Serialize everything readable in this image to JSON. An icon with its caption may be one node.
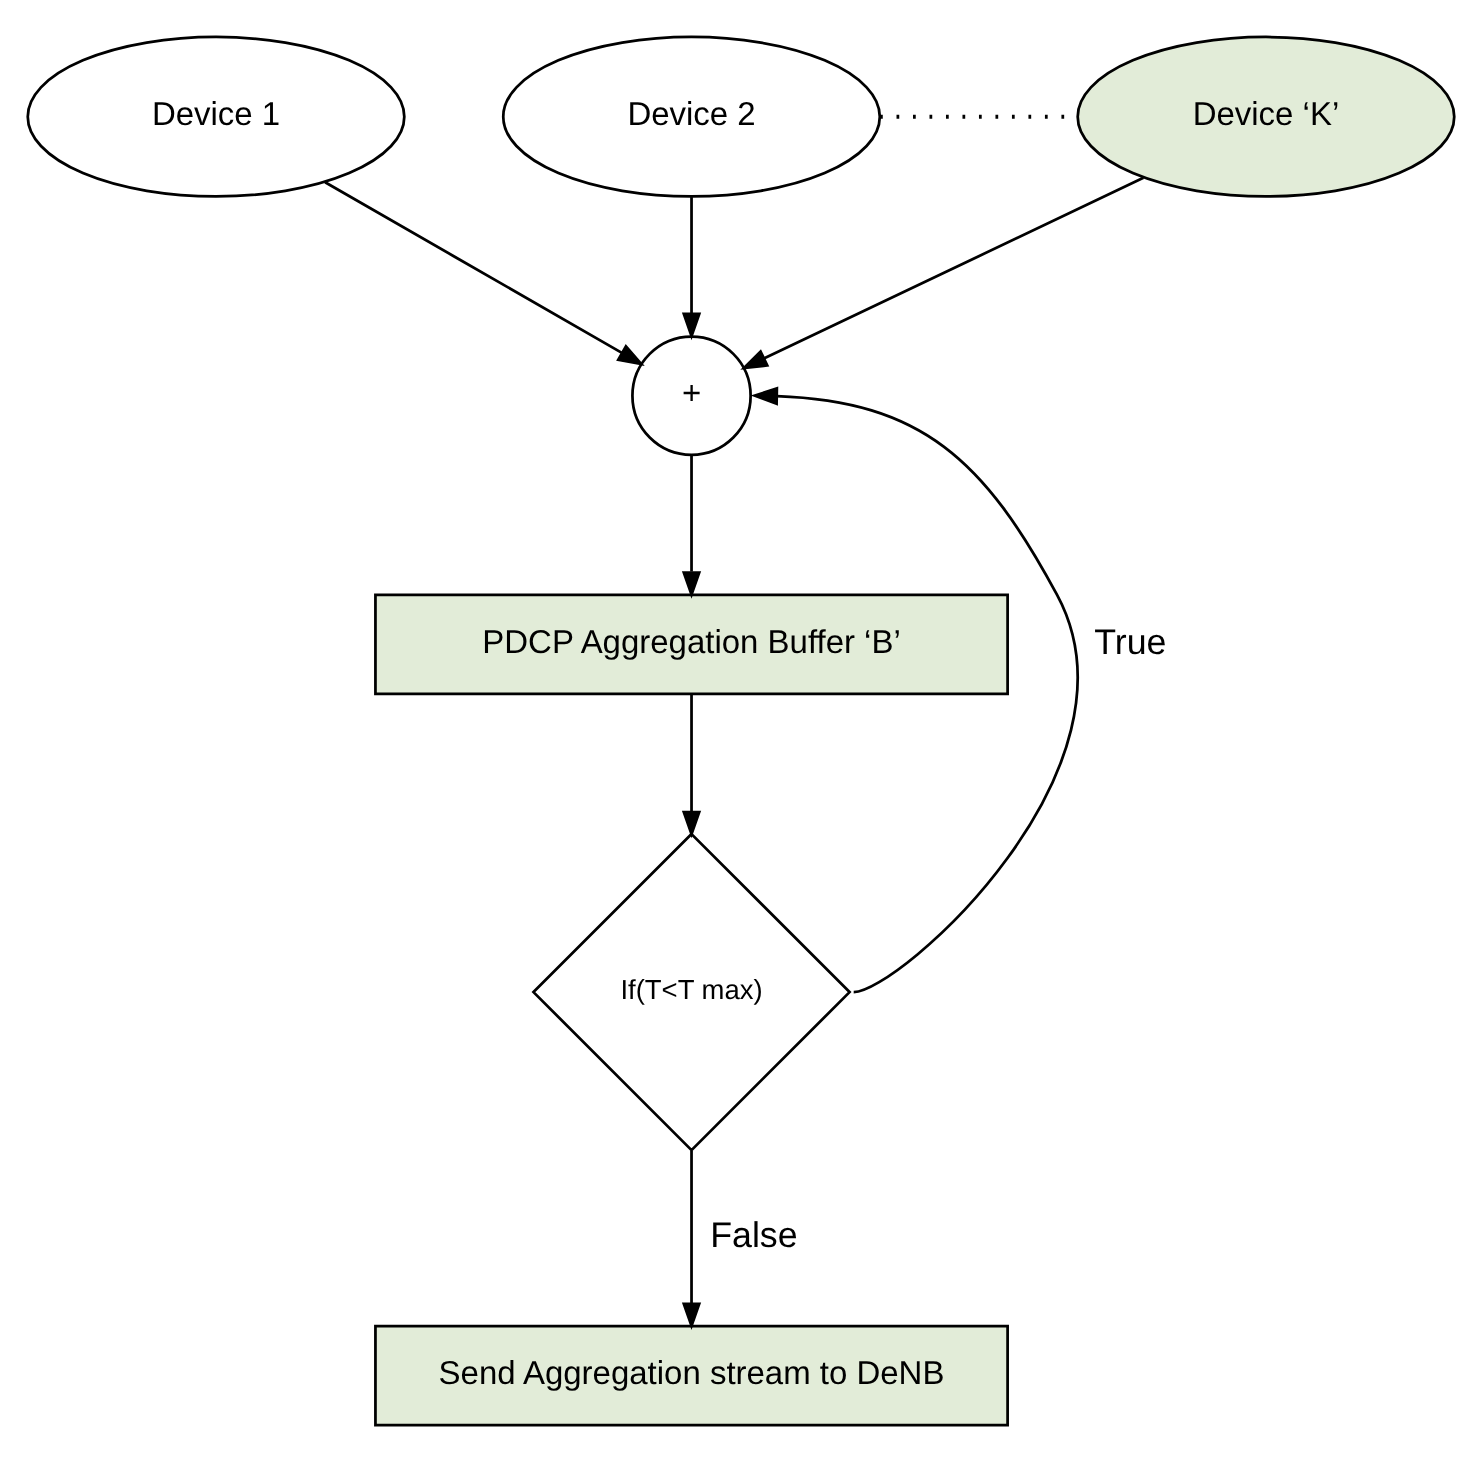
{
  "diagram": {
    "nodes": [
      {
        "text": [
          "Device 1"
        ]
      },
      {
        "text": [
          "Device 2"
        ]
      },
      {
        "text": [
          "Device ‘K’"
        ]
      },
      {
        "text": [
          "+"
        ]
      },
      {
        "text": [
          "PDCP Aggregation Buffer ‘B’"
        ]
      },
      {
        "text": [
          "If(T<T max)"
        ]
      },
      {
        "text": [
          "Send Aggregation stream to DeNB"
        ]
      }
    ],
    "edges": [
      {
        "from": 1,
        "to": 2,
        "arrow": "none",
        "style": "dashed"
      },
      {
        "from": 0,
        "to": 3,
        "arrow": "to"
      },
      {
        "from": 1,
        "to": 3,
        "arrow": "to"
      },
      {
        "from": 2,
        "to": 3,
        "arrow": "to"
      },
      {
        "from": 3,
        "to": 4,
        "arrow": "to"
      },
      {
        "from": 4,
        "to": 5,
        "arrow": "to"
      },
      {
        "from": 5,
        "to": 3,
        "arrow": "to",
        "label": "True"
      },
      {
        "from": 5,
        "to": 6,
        "arrow": "to",
        "label": "False"
      }
    ]
  }
}
